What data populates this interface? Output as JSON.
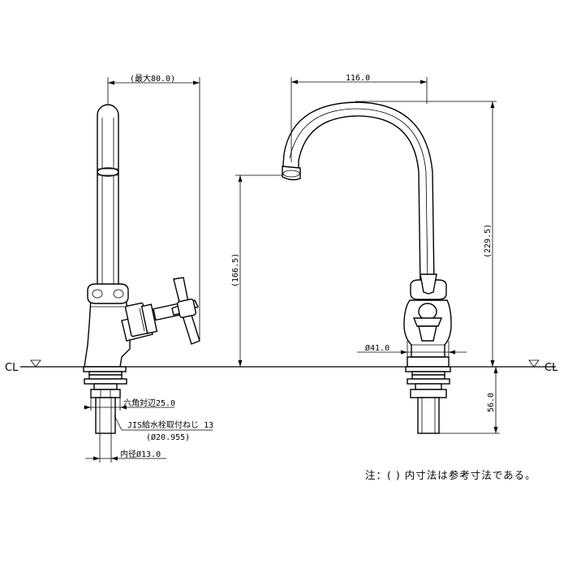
{
  "drawing": {
    "cl_label_left": "CL",
    "cl_label_right": "CL",
    "side_view": {
      "dim_top": "(最大80.0)",
      "hex_label": "六角対辺25.0",
      "thread_label": "JIS給水栓取付ねじ 13",
      "thread_sub": "(Ø20.955)",
      "bore_label": "内径Ø13.0"
    },
    "front_view": {
      "dim_width": "116.0",
      "dim_height_spout": "(166.5)",
      "dim_height_total": "(229.5)",
      "dim_base_dia": "Ø41.0",
      "dim_shank": "56.0"
    },
    "note": "注：( ) 内寸法は参考寸法である。"
  }
}
